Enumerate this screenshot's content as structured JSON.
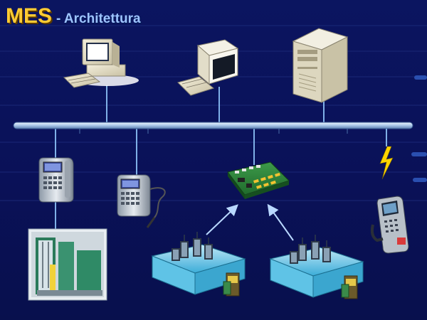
{
  "title": {
    "main": "MES",
    "sub": "- Architettura"
  },
  "colors": {
    "background": "#0b1560",
    "title_main": "#ffcc33",
    "title_sub": "#9ec3ff",
    "network_bus": "#bcd6f2",
    "connector": "#7fb0e8",
    "arrow": "#b9d8ff",
    "wireless_bolt": "#ffd400"
  },
  "nodes": [
    {
      "id": "pc-workstation-1",
      "icon": "desktop-computer-icon"
    },
    {
      "id": "pc-workstation-2",
      "icon": "monitor-keyboard-icon"
    },
    {
      "id": "server",
      "icon": "server-tower-icon"
    },
    {
      "id": "data-terminal-1",
      "icon": "data-terminal-icon"
    },
    {
      "id": "data-terminal-2",
      "icon": "data-terminal-with-probe-icon"
    },
    {
      "id": "io-board",
      "icon": "io-board-icon"
    },
    {
      "id": "handheld-scanner",
      "icon": "handheld-scanner-icon"
    },
    {
      "id": "molding-machine",
      "icon": "industrial-machine-icon"
    },
    {
      "id": "machine-cell-1",
      "icon": "machine-cell-icon"
    },
    {
      "id": "machine-cell-2",
      "icon": "machine-cell-icon"
    }
  ]
}
